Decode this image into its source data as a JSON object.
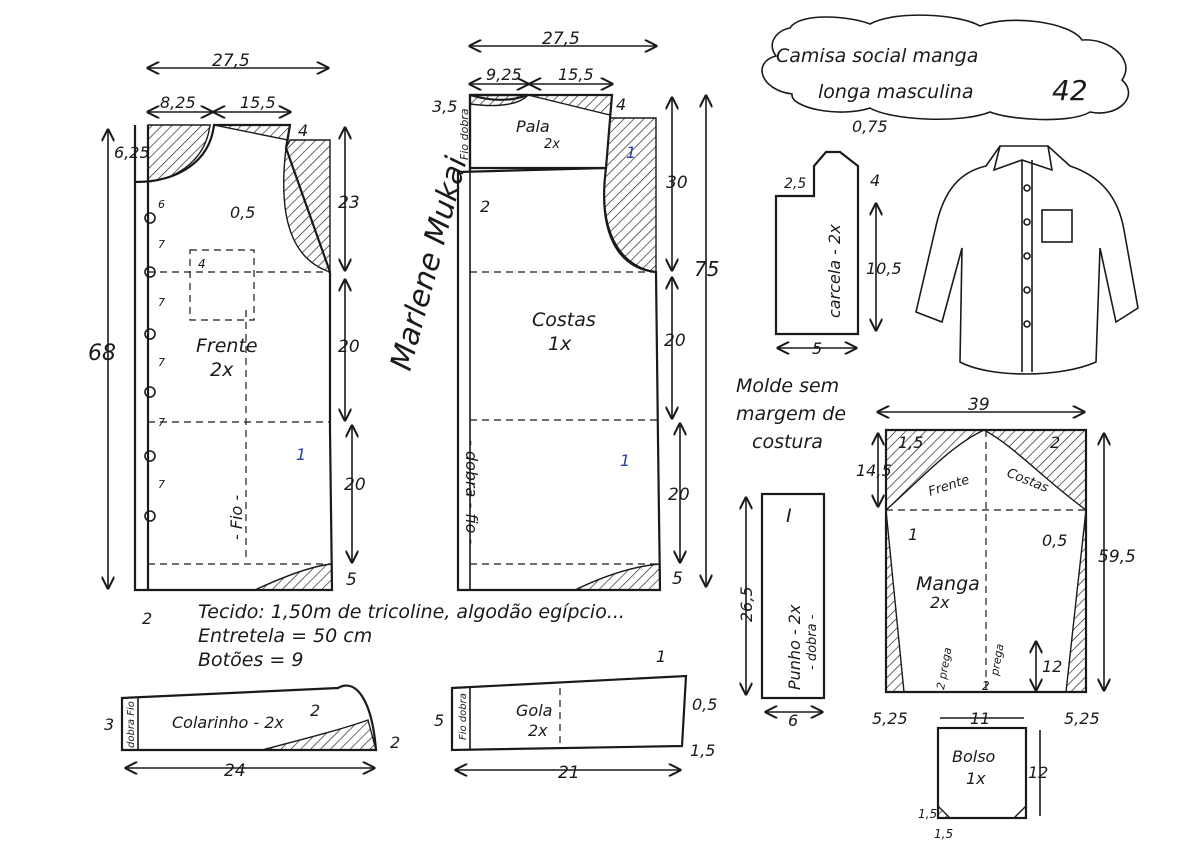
{
  "title": {
    "line1": "Camisa social manga",
    "line2": "longa masculina",
    "size": "42"
  },
  "signature": "Marlene Mukai",
  "note": {
    "line1": "Molde sem",
    "line2": "margem de",
    "line3": "costura"
  },
  "materials": {
    "fabric": "Tecido: 1,50m de tricoline, algodão egípcio...",
    "interfacing": "Entretela = 50 cm",
    "buttons": "Botões = 9"
  },
  "front": {
    "name": "Frente",
    "qty": "2x",
    "grain": "- Fio -",
    "dims": {
      "width": "27,5",
      "neck": "8,25",
      "shoulder": "15,5",
      "neck_depth": "6,25",
      "shoulder_drop": "4",
      "armhole": "23",
      "length": "68",
      "mid1": "20",
      "mid2": "20",
      "hem": "5",
      "side": "0,5",
      "ease": "1",
      "placket": "2",
      "pocket": "4",
      "btn": "7",
      "first_btn": "6"
    }
  },
  "back": {
    "name": "Costas",
    "qty": "1x",
    "fold": "- dobra - fio -",
    "dims": {
      "width": "27,5",
      "neck": "9,25",
      "shoulder": "15,5",
      "yoke_top": "3,5",
      "shoulder_drop": "4",
      "yoke": "30",
      "length": "75",
      "mid1": "20",
      "mid2": "20",
      "hem": "5",
      "ease": "1",
      "pleat": "2",
      "yoke_fold": "Fio dobra"
    }
  },
  "yoke": {
    "name": "Pala",
    "qty": "2x",
    "mark": "1"
  },
  "placket": {
    "name": "carcela - 2x",
    "top": "0,75",
    "h1": "4",
    "h2": "10,5",
    "notch": "2,5",
    "width": "5"
  },
  "sleeve": {
    "name": "Manga",
    "qty": "2x",
    "front": "Frente",
    "back": "Costas",
    "dims": {
      "width": "39",
      "cap_left": "1,5",
      "cap_right": "2",
      "cap_h": "14,5",
      "length": "59,5",
      "edge_l": "5,25",
      "edge_r": "5,25",
      "placket": "12",
      "mark_l": "1",
      "mark_r": "0,5",
      "pleat_l": "2 prega",
      "pleat_r": "prega",
      "gap": "2"
    }
  },
  "cuff": {
    "name": "Punho - 2x",
    "fold": "- dobra -",
    "mark": "I",
    "length": "26,5",
    "width": "6"
  },
  "pocket": {
    "name": "Bolso",
    "qty": "1x",
    "width": "11",
    "height": "12",
    "corner_w": "1,5",
    "corner_h": "1,5"
  },
  "collar_stand": {
    "name": "Colarinho - 2x",
    "fold": "dobra Fio",
    "height": "3",
    "right": "2",
    "length": "24",
    "mark": "2"
  },
  "collar": {
    "name": "Gola",
    "qty": "2x",
    "fold": "Fio dobra",
    "height": "5",
    "length": "21",
    "top": "1",
    "tip1": "0,5",
    "tip2": "1,5"
  }
}
